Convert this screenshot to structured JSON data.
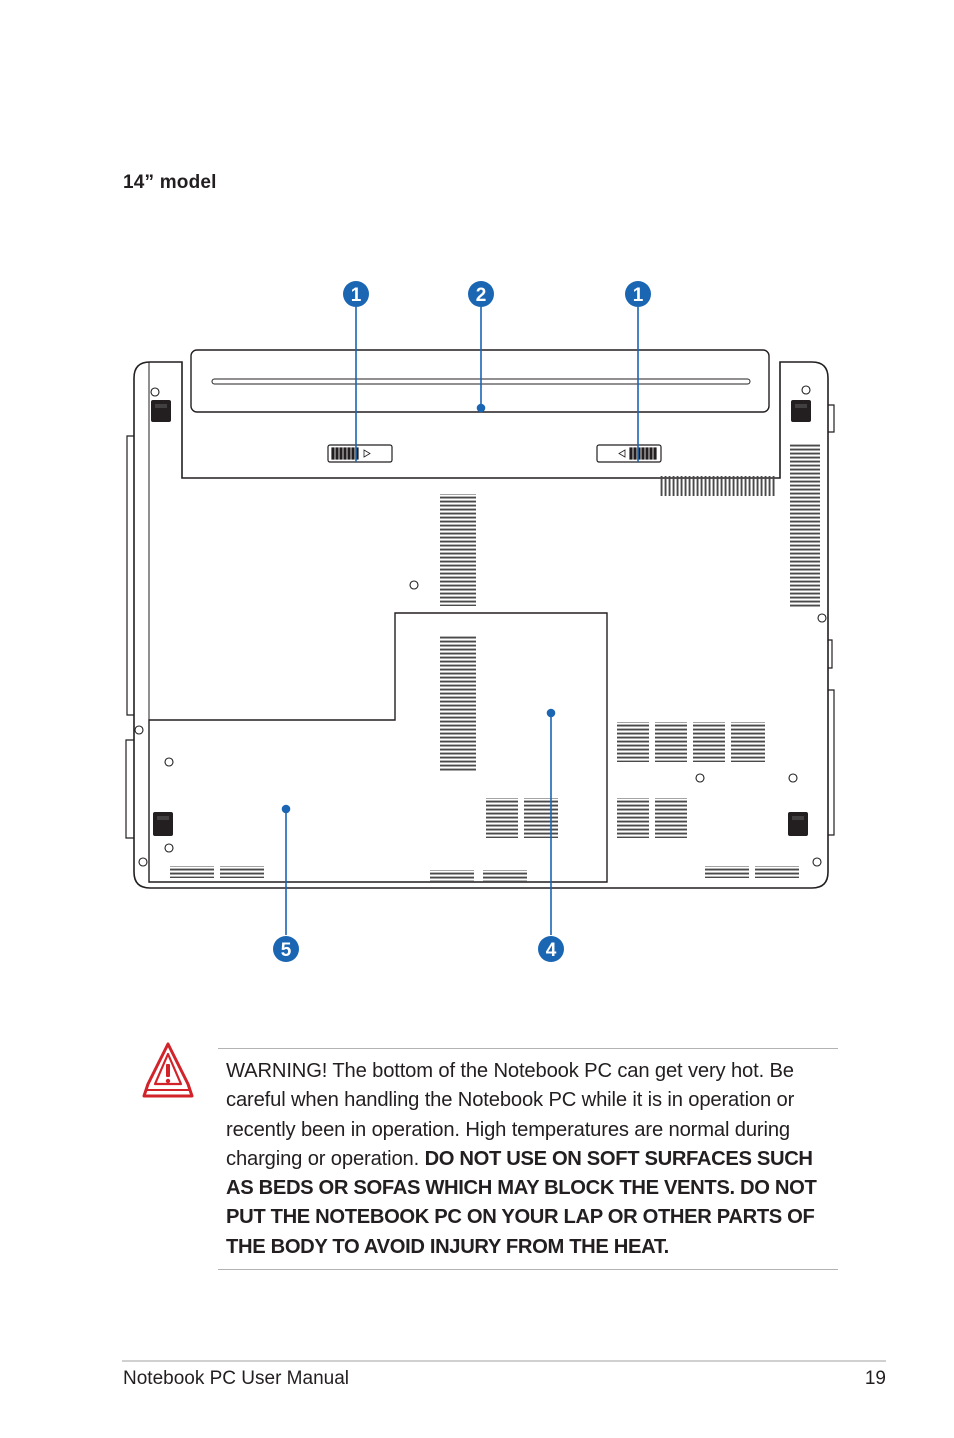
{
  "heading": "14” model",
  "callouts": {
    "c1": "1",
    "c2": "2",
    "c3": "1",
    "c4": "4",
    "c5": "5"
  },
  "warning": {
    "normal": "WARNING!  The bottom of the Notebook PC can get very hot. Be careful when handling the Notebook PC while it is in operation or recently been in operation. High temperatures are normal during charging or operation. ",
    "bold": "DO NOT USE ON SOFT SURFACES SUCH AS BEDS OR SOFAS WHICH MAY BLOCK THE VENTS. DO NOT PUT THE NOTEBOOK PC ON YOUR LAP OR OTHER PARTS OF THE BODY TO AVOID INJURY FROM THE HEAT."
  },
  "footer": {
    "title": "Notebook PC User Manual",
    "page": "19"
  },
  "colors": {
    "callout": "#1a66b3",
    "warning_icon": "#d2232a"
  }
}
